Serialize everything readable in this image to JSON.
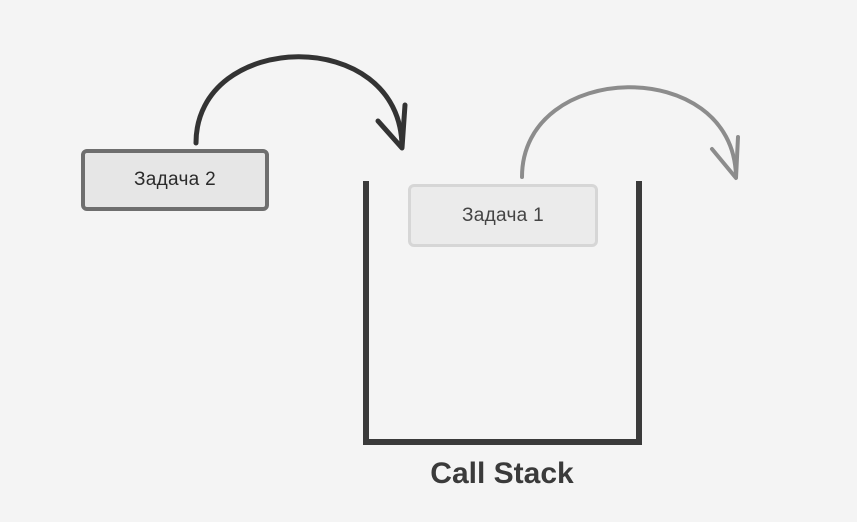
{
  "tasks": {
    "incoming": {
      "label": "Задача 2"
    },
    "on_stack": {
      "label": "Задача 1"
    }
  },
  "stack": {
    "label": "Call Stack"
  },
  "colors": {
    "background": "#f4f4f4",
    "push_arrow": "#333333",
    "pop_arrow": "#8c8c8c",
    "stack_walls": "#3a3a3a"
  }
}
